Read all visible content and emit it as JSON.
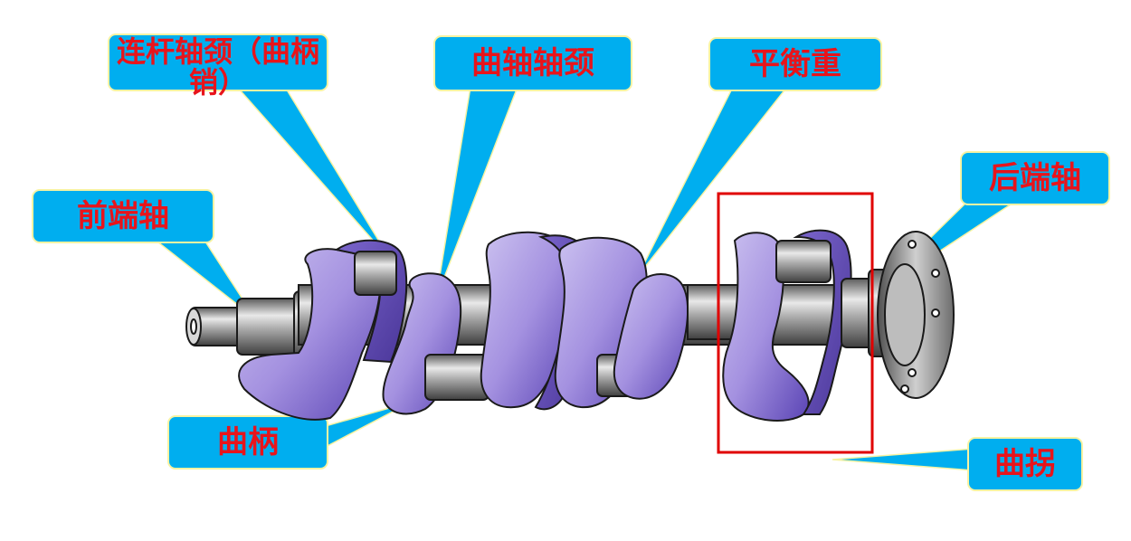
{
  "colors": {
    "callout_fill": "#00aeef",
    "callout_edge": "#f7f3a3",
    "label_text": "#e8141b",
    "crank_web": "#a491e0",
    "crank_web_dark": "#5b45b5",
    "shaft_metal": "#9a9a9a",
    "highlight_box": "#e00000"
  },
  "labels": {
    "conrod_journal": "连杆轴颈（曲柄销）",
    "main_journal": "曲轴轴颈",
    "counterweight": "平衡重",
    "front_shaft": "前端轴",
    "rear_shaft": "后端轴",
    "crank_web": "曲柄",
    "crank_throw": "曲拐"
  }
}
